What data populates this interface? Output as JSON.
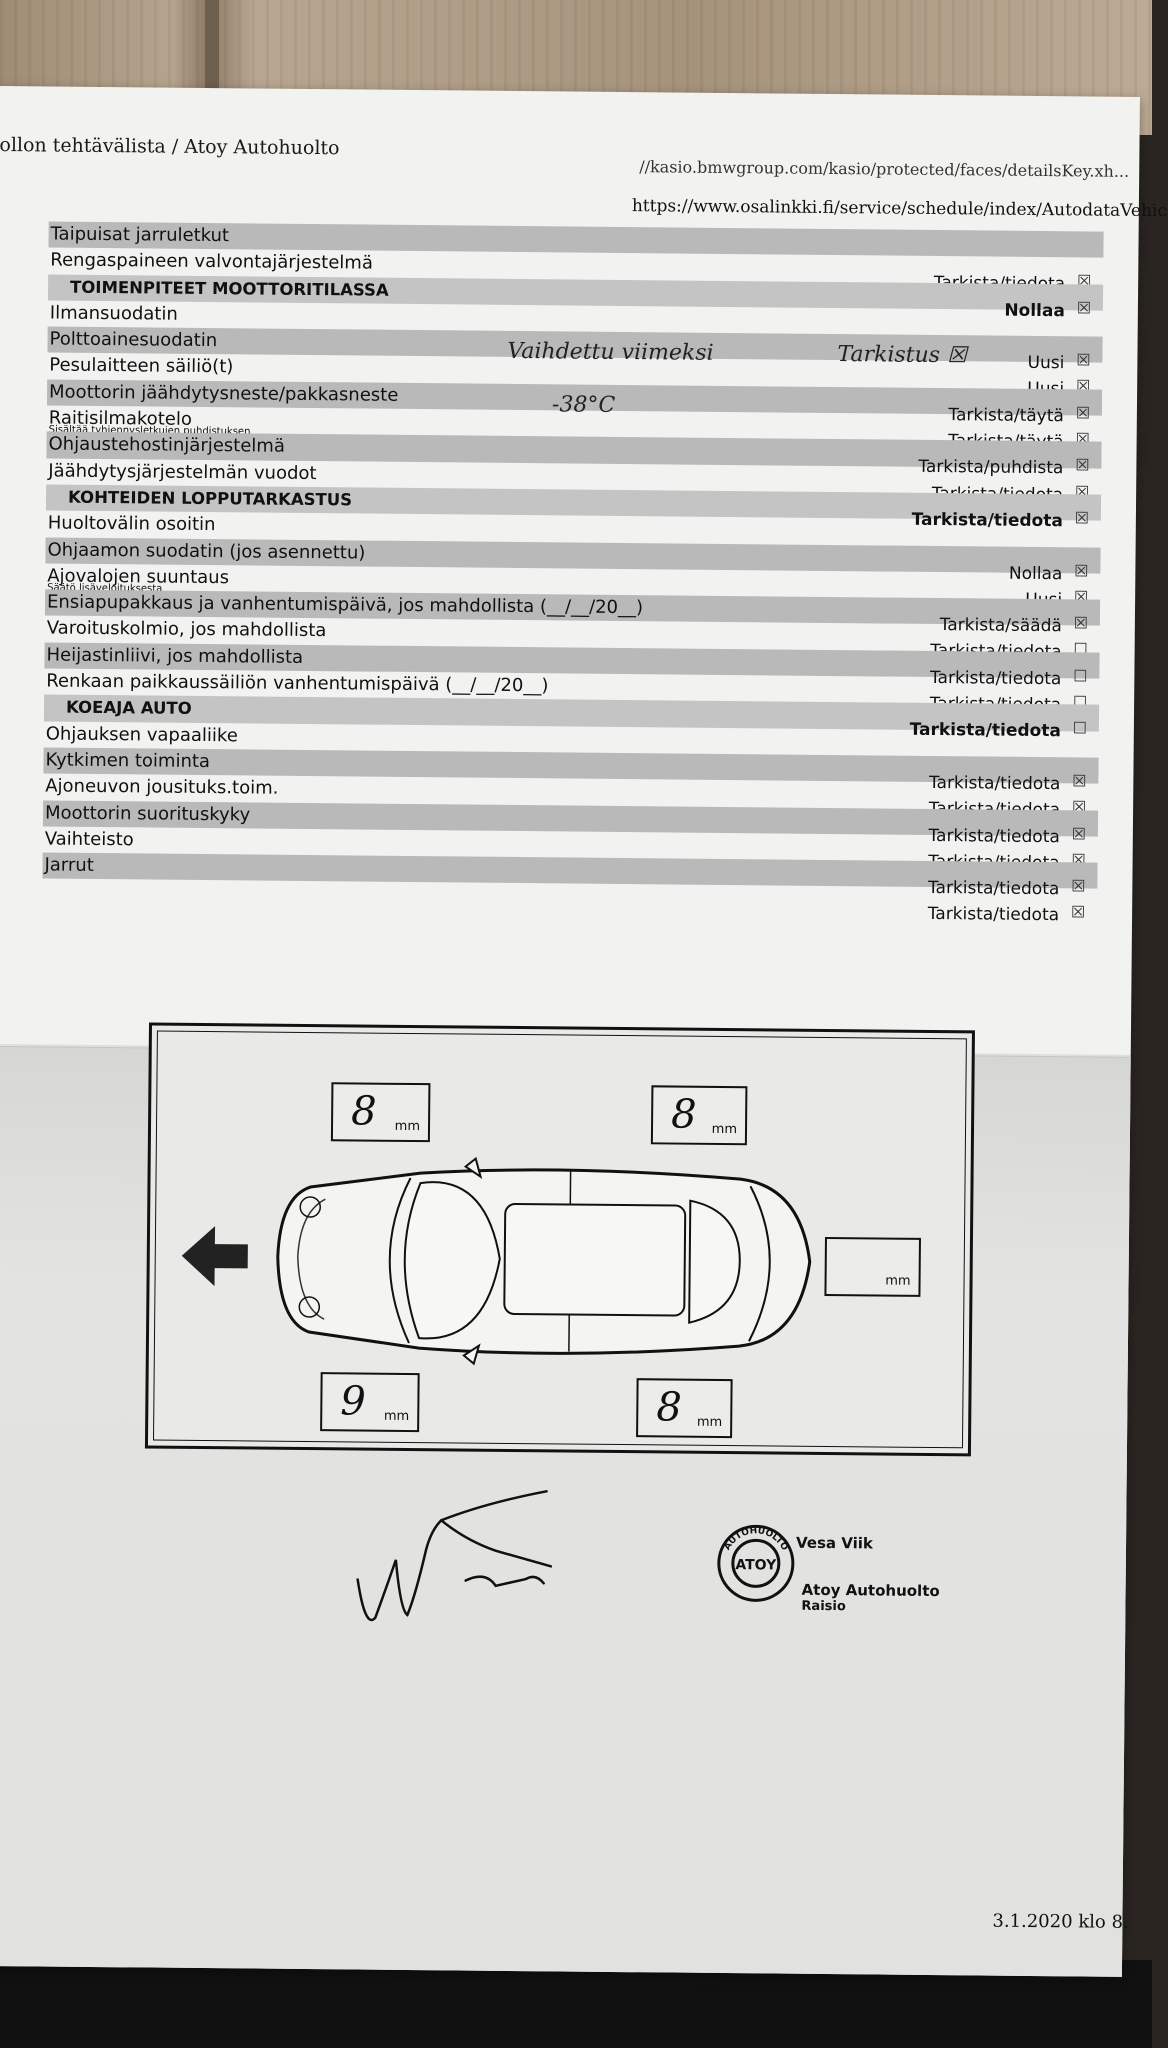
{
  "header": {
    "left_title": "ollon tehtävälista / Atoy Autohuolto",
    "url_top": "//kasio.bmwgroup.com/kasio/protected/faces/detailsKey.xh...",
    "url_main": "https://www.osalinkki.fi/service/schedule/index/AutodataVehic"
  },
  "rows": [
    {
      "label": "Taipuisat jarruletkut",
      "shade": true
    },
    {
      "label": "Rengaspaineen valvontajärjestelmä",
      "action": "Tarkista/tiedota",
      "mark": "☒"
    },
    {
      "label": "TOIMENPITEET MOOTTORITILASSA",
      "section": true,
      "action": "Nollaa",
      "mark": "☒"
    },
    {
      "label": "Ilmansuodatin"
    },
    {
      "label": "Polttoainesuodatin",
      "shade": true,
      "handwriting": "Vaihdettu viimeksi",
      "handwriting2": "Tarkistus ☒",
      "action": "Uusi",
      "mark": "☒"
    },
    {
      "label": "Pesulaitteen säiliö(t)",
      "action": "Uusi",
      "mark": "☒"
    },
    {
      "label": "Moottorin jäähdytysneste/pakkasneste",
      "shade": true,
      "handwriting": "-38°C",
      "action": "Tarkista/täytä",
      "mark": "☒"
    },
    {
      "label": "Raitisilmakotelo",
      "sub": "Sisältää tyhjennysletkujen puhdistuksen",
      "action": "Tarkista/täytä",
      "mark": "☒"
    },
    {
      "label": "Ohjaustehostinjärjestelmä",
      "shade": true,
      "action": "Tarkista/puhdista",
      "mark": "☒"
    },
    {
      "label": "Jäähdytysjärjestelmän vuodot",
      "action": "Tarkista/tiedota",
      "mark": "☒"
    },
    {
      "label": "KOHTEIDEN LOPPUTARKASTUS",
      "section": true,
      "action": "Tarkista/tiedota",
      "mark": "☒"
    },
    {
      "label": "Huoltovälin osoitin"
    },
    {
      "label": "Ohjaamon suodatin (jos asennettu)",
      "shade": true,
      "action": "Nollaa",
      "mark": "☒"
    },
    {
      "label": "Ajovalojen suuntaus",
      "sub": "Säätö lisäveloituksesta",
      "action": "Uusi",
      "mark": "☒"
    },
    {
      "label": "Ensiapupakkaus ja vanhentumispäivä, jos mahdollista (__/__/20__)",
      "shade": true,
      "action": "Tarkista/säädä",
      "mark": "☒"
    },
    {
      "label": "Varoituskolmio, jos mahdollista",
      "action": "Tarkista/tiedota",
      "mark": "☐"
    },
    {
      "label": "Heijastinliivi, jos mahdollista",
      "shade": true,
      "action": "Tarkista/tiedota",
      "mark": "☐"
    },
    {
      "label": "Renkaan paikkaussäiliön vanhentumispäivä (__/__/20__)",
      "action": "Tarkista/tiedota",
      "mark": "☐"
    },
    {
      "label": "KOEAJA AUTO",
      "section": true,
      "action": "Tarkista/tiedota",
      "mark": "☐"
    },
    {
      "label": "Ohjauksen vapaaliike"
    },
    {
      "label": "Kytkimen toiminta",
      "shade": true,
      "action": "Tarkista/tiedota",
      "mark": "☒"
    },
    {
      "label": "Ajoneuvon jousituks.toim.",
      "action": "Tarkista/tiedota",
      "mark": "☒"
    },
    {
      "label": "Moottorin suorituskyky",
      "shade": true,
      "action": "Tarkista/tiedota",
      "mark": "☒"
    },
    {
      "label": "Vaihteisto",
      "action": "Tarkista/tiedota",
      "mark": "☒"
    },
    {
      "label": "Jarrut",
      "shade": true,
      "action": "Tarkista/tiedota",
      "mark": "☒"
    },
    {
      "label": "",
      "action": "Tarkista/tiedota",
      "mark": "☒"
    }
  ],
  "tyres": {
    "unit": "mm",
    "front_left": "8",
    "rear_left": "8",
    "front_right": "9",
    "rear_right": "8",
    "spare": ""
  },
  "stamp": {
    "name": "Vesa Viik",
    "company": "Atoy Autohuolto",
    "city": "Raisio",
    "ring_text": "AUTOHUOLTO"
  },
  "footer": {
    "date": "3.1.2020 klo 8."
  },
  "icons": {
    "direction": "arrow-left-icon",
    "car": "car-topview-icon"
  }
}
